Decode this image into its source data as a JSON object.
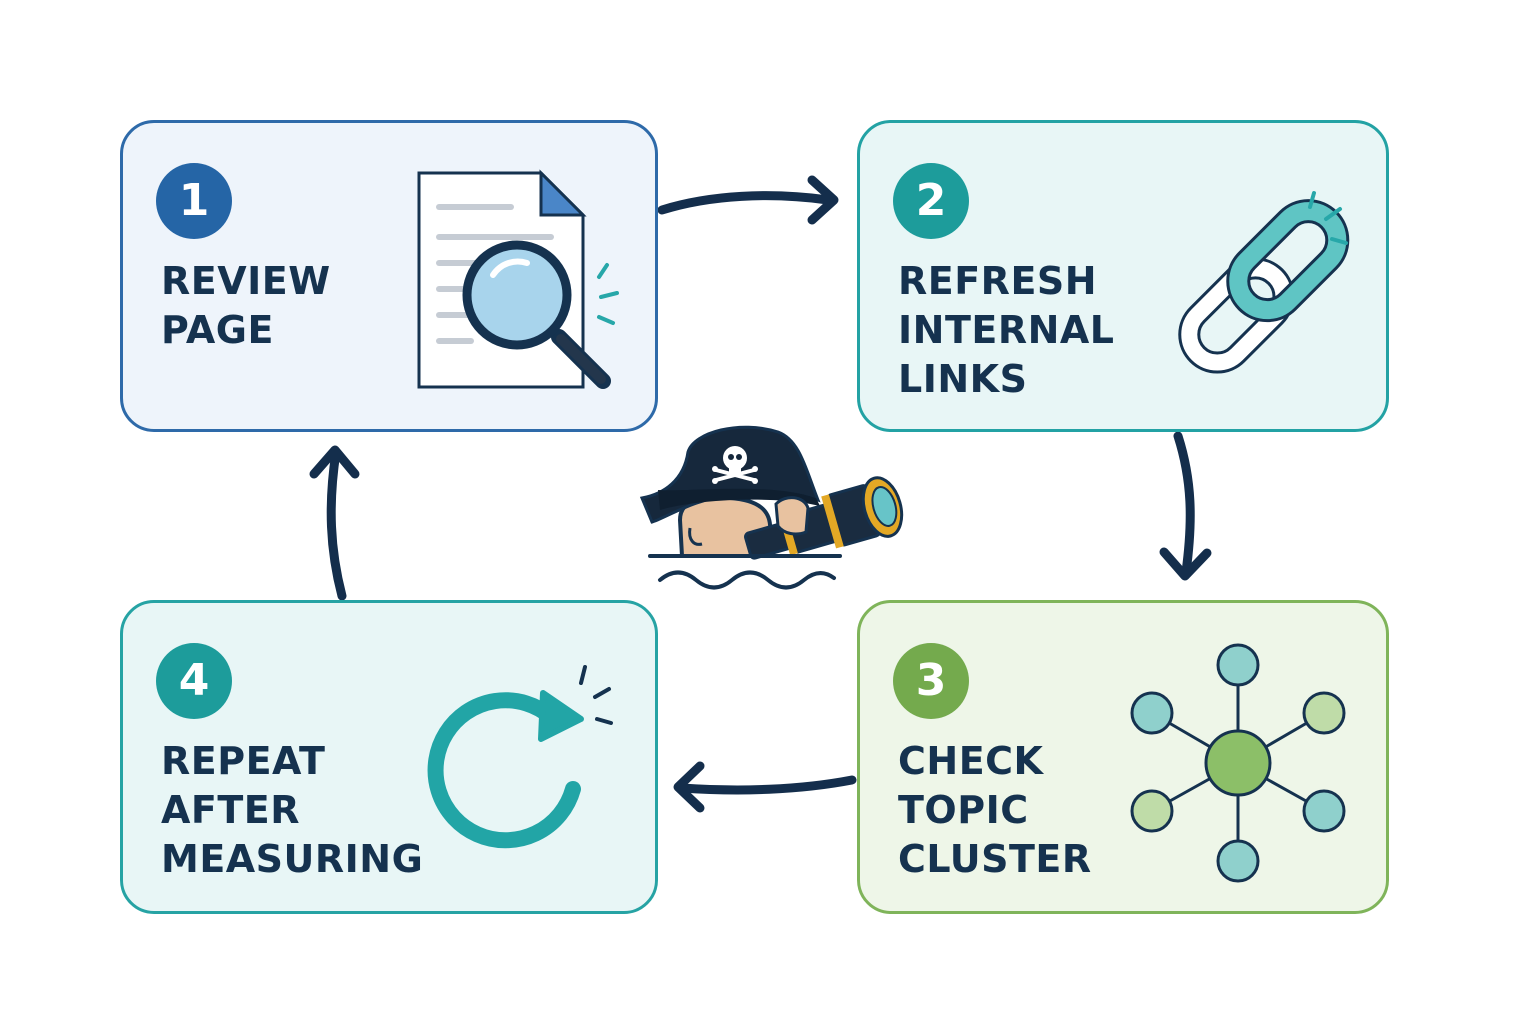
{
  "steps": [
    {
      "number": "1",
      "lines": [
        "REVIEW",
        "PAGE"
      ],
      "icon": "document-magnifier-icon",
      "border_color": "#2e6aa9",
      "fill_color": "#eef4fb",
      "badge_color": "#2565a6"
    },
    {
      "number": "2",
      "lines": [
        "REFRESH",
        "INTERNAL",
        "LINKS"
      ],
      "icon": "chain-link-icon",
      "border_color": "#23a2a4",
      "fill_color": "#e8f6f6",
      "badge_color": "#1d9c9b"
    },
    {
      "number": "3",
      "lines": [
        "CHECK",
        "TOPIC",
        "CLUSTER"
      ],
      "icon": "topic-cluster-network-icon",
      "border_color": "#7fb45a",
      "fill_color": "#eef6e8",
      "badge_color": "#74aa4d"
    },
    {
      "number": "4",
      "lines": [
        "REPEAT",
        "AFTER",
        "MEASURING"
      ],
      "icon": "refresh-cycle-icon",
      "border_color": "#26a3a4",
      "fill_color": "#e8f6f6",
      "badge_color": "#1d9c9b"
    }
  ],
  "center_icon": "pirate-spyglass-icon",
  "arrow_color": "#142e4c"
}
